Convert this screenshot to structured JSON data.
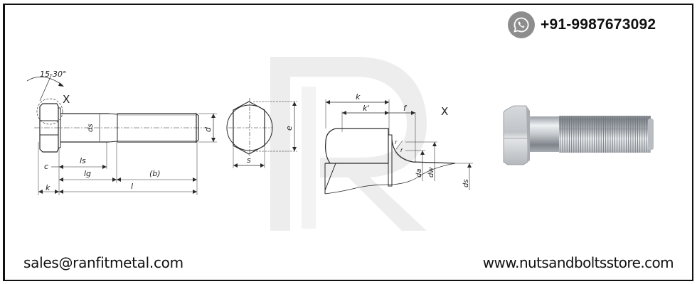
{
  "header": {
    "phone_icon": "whatsapp-icon",
    "phone": "+91-9987673092"
  },
  "footer": {
    "email": "sales@ranfitmetal.com",
    "website": "www.nutsandboltsstore.com"
  },
  "watermark": {
    "letter": "R",
    "color": "#ececec"
  },
  "side_view": {
    "angle_label": "15-30°",
    "detail_marker": "X",
    "labels": {
      "ds": "ds",
      "d": "d",
      "c": "c",
      "ls": "ls",
      "lg": "lg",
      "b": "(b)",
      "k": "k",
      "l": "l"
    }
  },
  "top_view": {
    "labels": {
      "e": "e",
      "s": "s"
    }
  },
  "detail_view": {
    "title": "X",
    "labels": {
      "k": "k",
      "k_prime": "k'",
      "f": "f",
      "r": "r",
      "r2": "r",
      "da": "da",
      "dw": "dw",
      "ds": "ds"
    }
  },
  "product_photo": {
    "description": "zinc-plated hex head bolt, partially threaded"
  },
  "colors": {
    "frame": "#111111",
    "text": "#111111",
    "icon_bg": "#8d8d8d",
    "line": "#2a2a2a"
  }
}
